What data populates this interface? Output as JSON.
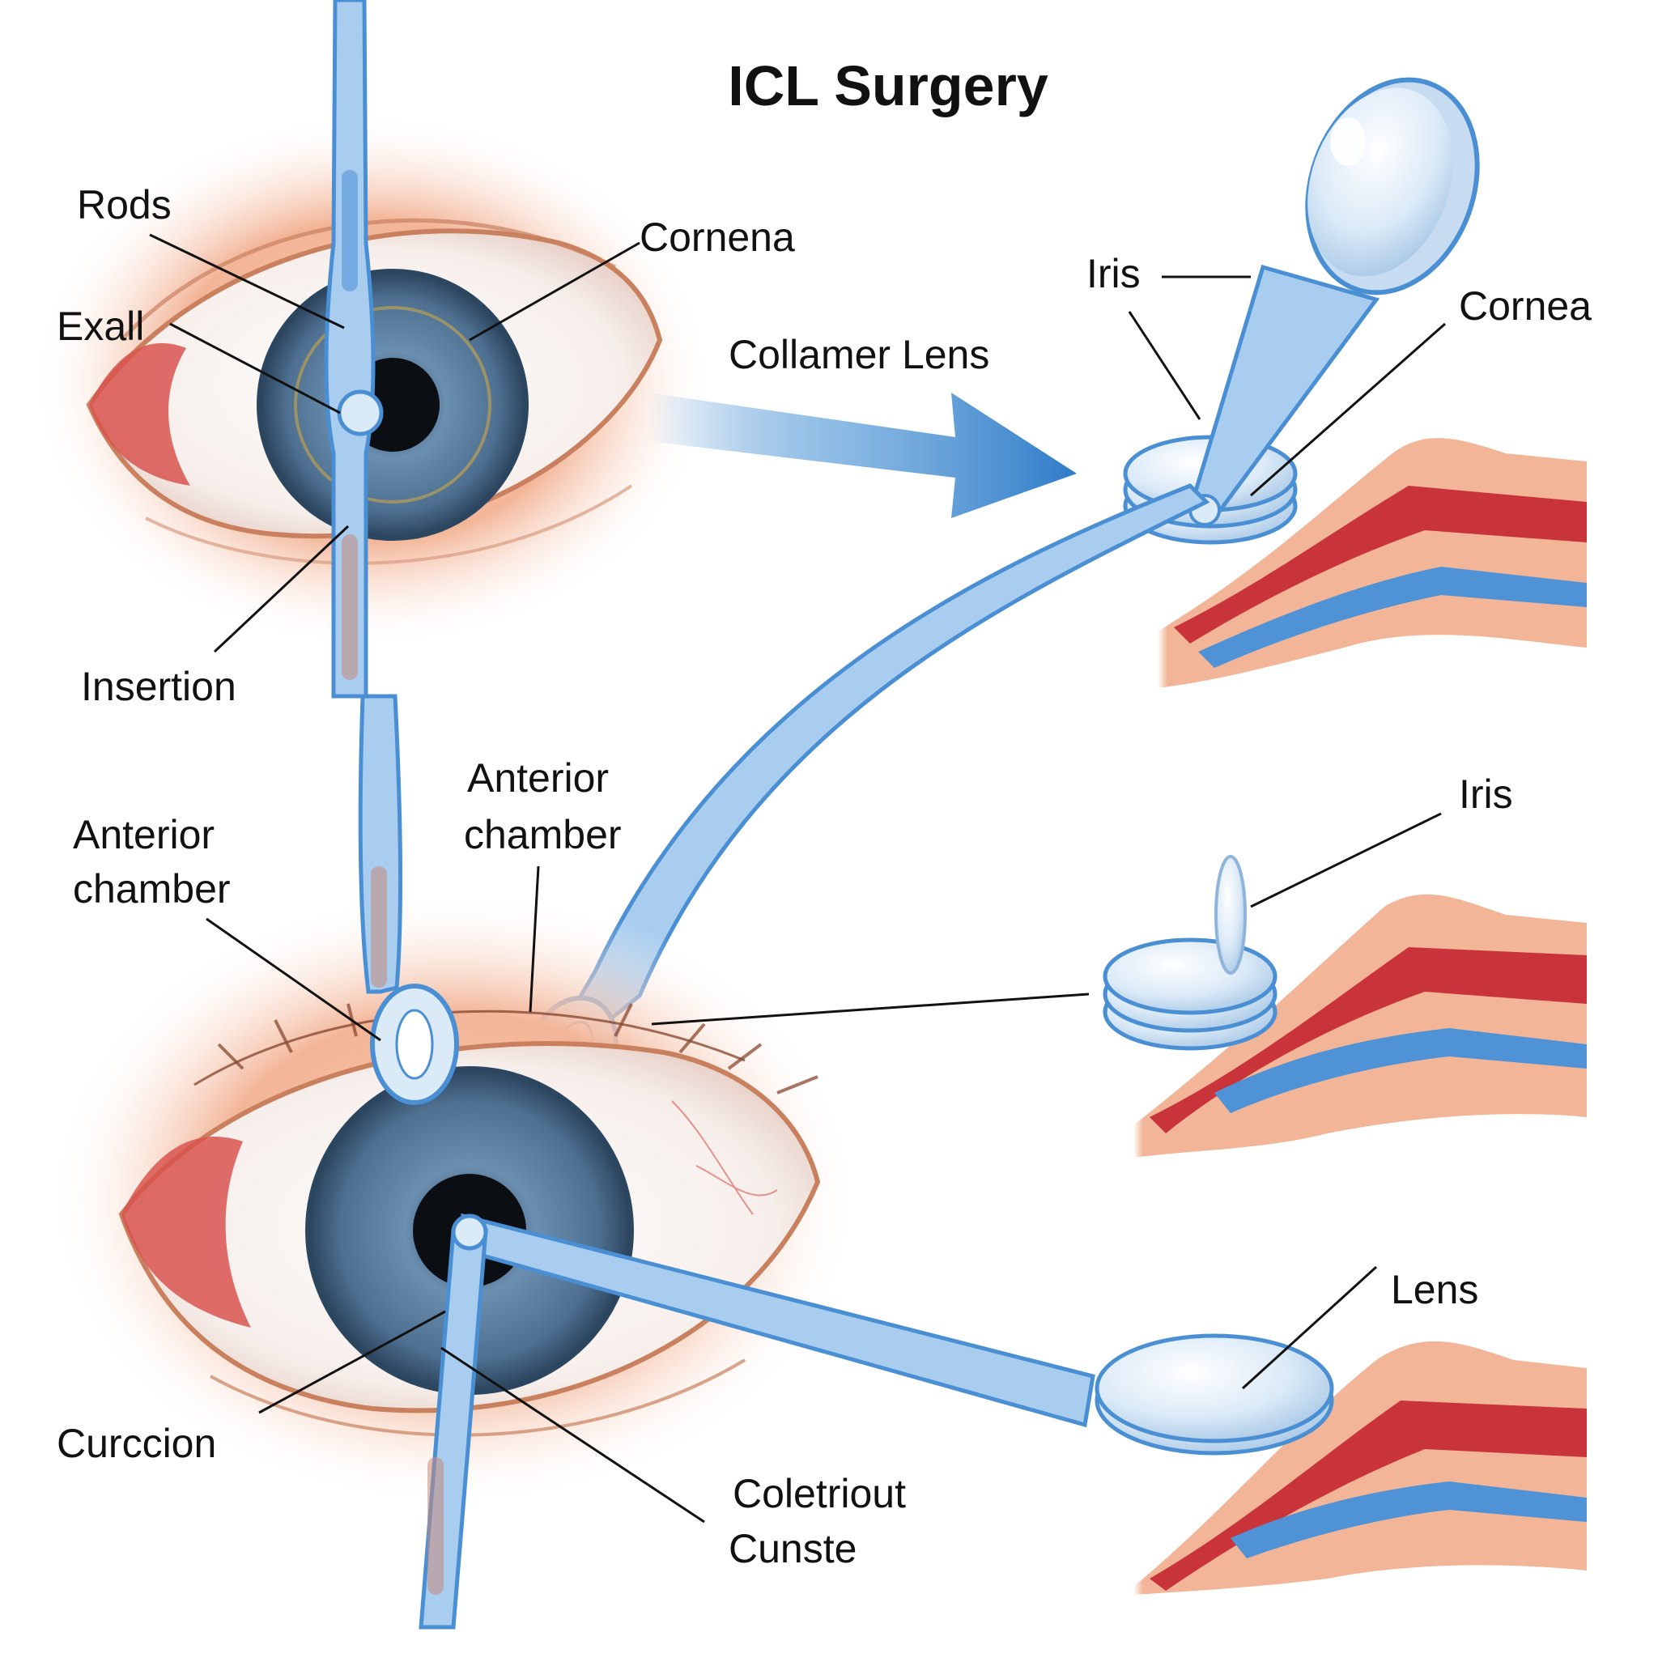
{
  "title": "ICL Surgery",
  "labels": {
    "rods": "Rods",
    "exall": "Exall",
    "cornena": "Cornena",
    "insertion": "Insertion",
    "collamer_lens": "Collamer Lens",
    "iris_top": "Iris",
    "cornea_top": "Cornea",
    "anterior_chamber_left": [
      "Anterior",
      "chamber"
    ],
    "anterior_chamber_mid": [
      "Anterior",
      "chamber"
    ],
    "iris_mid": "Iris",
    "lens": "Lens",
    "curccion": "Curccion",
    "coletriout_cunste": [
      "Coletriout",
      "Cunste"
    ]
  },
  "colors": {
    "instrument": "#4a8fd4",
    "instrument_light": "#a9cdef",
    "skin": "#f2b99a",
    "iris": "#5d7fa0",
    "tissue_red": "#c8343a",
    "tissue_blue": "#4f93d6",
    "arrow": "#2f7cc8"
  }
}
